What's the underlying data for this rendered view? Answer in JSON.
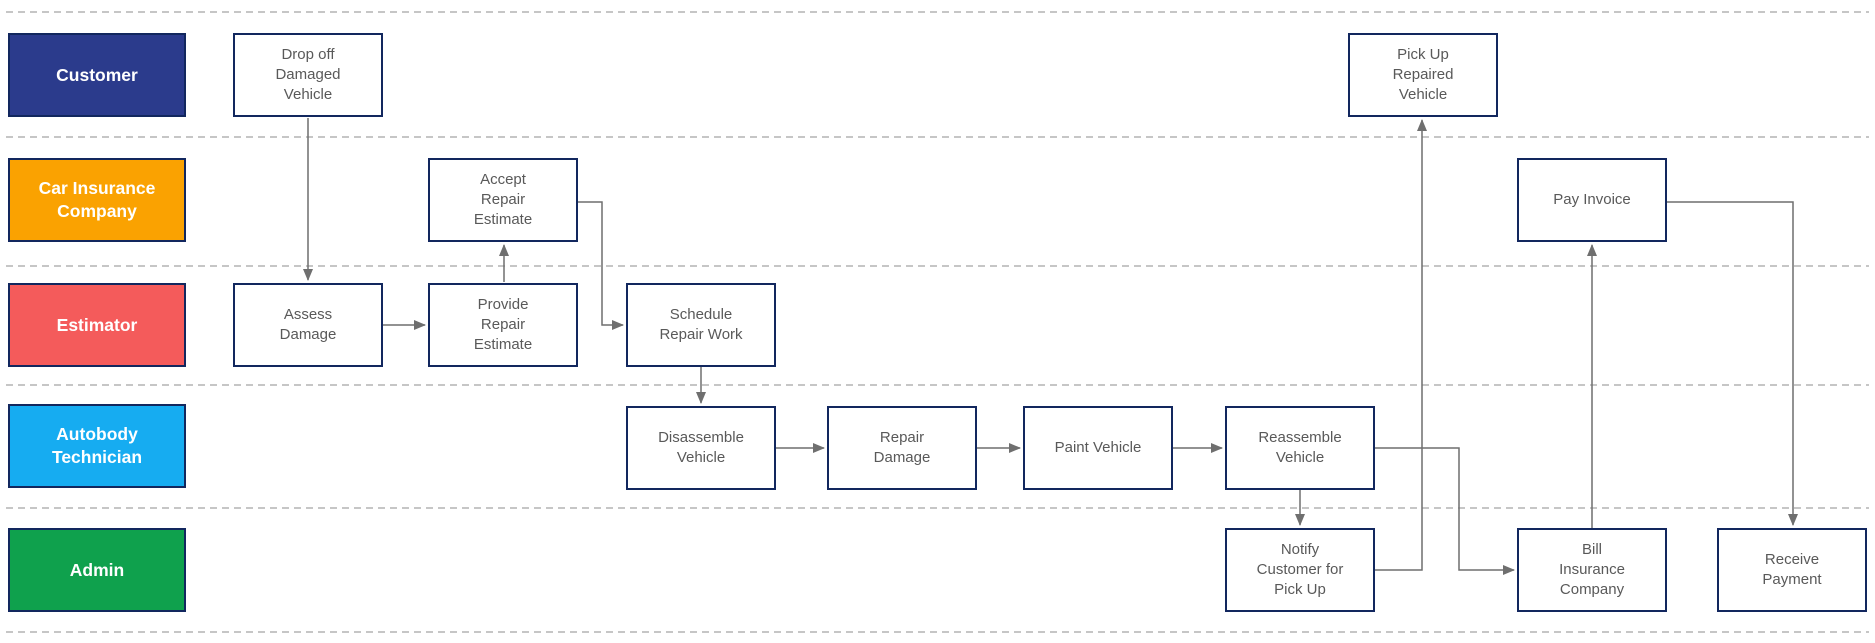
{
  "diagram": {
    "type": "swimlane-flowchart",
    "title": "",
    "colors": {
      "background": "#ffffff",
      "node_fill": "#ffffff",
      "node_border": "#12275e",
      "node_text": "#595959",
      "lane_text": "#ffffff",
      "connector": "#6f6f6f",
      "lane_separator": "#8c8c8c"
    },
    "lanes": [
      {
        "label": "Customer",
        "color": "#2b3b8c"
      },
      {
        "label": "Car Insurance\nCompany",
        "color": "#faa201"
      },
      {
        "label": "Estimator",
        "color": "#f45b5b"
      },
      {
        "label": "Autobody\nTechnician",
        "color": "#16acf1"
      },
      {
        "label": "Admin",
        "color": "#0fa14d"
      }
    ],
    "nodes": [
      {
        "id": "drop-off-damaged-vehicle",
        "lane": "Customer",
        "label": "Drop off\nDamaged\nVehicle"
      },
      {
        "id": "pick-up-repaired-vehicle",
        "lane": "Customer",
        "label": "Pick Up\nRepaired\nVehicle"
      },
      {
        "id": "accept-repair-estimate",
        "lane": "Car Insurance Company",
        "label": "Accept\nRepair\nEstimate"
      },
      {
        "id": "pay-invoice",
        "lane": "Car Insurance Company",
        "label": "Pay Invoice"
      },
      {
        "id": "assess-damage",
        "lane": "Estimator",
        "label": "Assess\nDamage"
      },
      {
        "id": "provide-repair-estimate",
        "lane": "Estimator",
        "label": "Provide\nRepair\nEstimate"
      },
      {
        "id": "schedule-repair-work",
        "lane": "Estimator",
        "label": "Schedule\nRepair Work"
      },
      {
        "id": "disassemble-vehicle",
        "lane": "Autobody Technician",
        "label": "Disassemble\nVehicle"
      },
      {
        "id": "repair-damage",
        "lane": "Autobody Technician",
        "label": "Repair\nDamage"
      },
      {
        "id": "paint-vehicle",
        "lane": "Autobody Technician",
        "label": "Paint Vehicle"
      },
      {
        "id": "reassemble-vehicle",
        "lane": "Autobody Technician",
        "label": "Reassemble\nVehicle"
      },
      {
        "id": "notify-customer-for-pick-up",
        "lane": "Admin",
        "label": "Notify\nCustomer for\nPick Up"
      },
      {
        "id": "bill-insurance-company",
        "lane": "Admin",
        "label": "Bill\nInsurance\nCompany"
      },
      {
        "id": "receive-payment",
        "lane": "Admin",
        "label": "Receive\nPayment"
      }
    ],
    "edges": [
      {
        "from": "Drop off Damaged Vehicle",
        "to": "Assess Damage"
      },
      {
        "from": "Assess Damage",
        "to": "Provide Repair Estimate"
      },
      {
        "from": "Provide Repair Estimate",
        "to": "Accept Repair Estimate"
      },
      {
        "from": "Accept Repair Estimate",
        "to": "Schedule Repair Work"
      },
      {
        "from": "Schedule Repair Work",
        "to": "Disassemble Vehicle"
      },
      {
        "from": "Disassemble Vehicle",
        "to": "Repair Damage"
      },
      {
        "from": "Repair Damage",
        "to": "Paint Vehicle"
      },
      {
        "from": "Paint Vehicle",
        "to": "Reassemble Vehicle"
      },
      {
        "from": "Reassemble Vehicle",
        "to": "Notify Customer for Pick Up"
      },
      {
        "from": "Reassemble Vehicle",
        "to": "Bill Insurance Company"
      },
      {
        "from": "Notify Customer for Pick Up",
        "to": "Pick Up Repaired Vehicle"
      },
      {
        "from": "Bill Insurance Company",
        "to": "Pay Invoice"
      },
      {
        "from": "Pay Invoice",
        "to": "Receive Payment"
      }
    ]
  }
}
